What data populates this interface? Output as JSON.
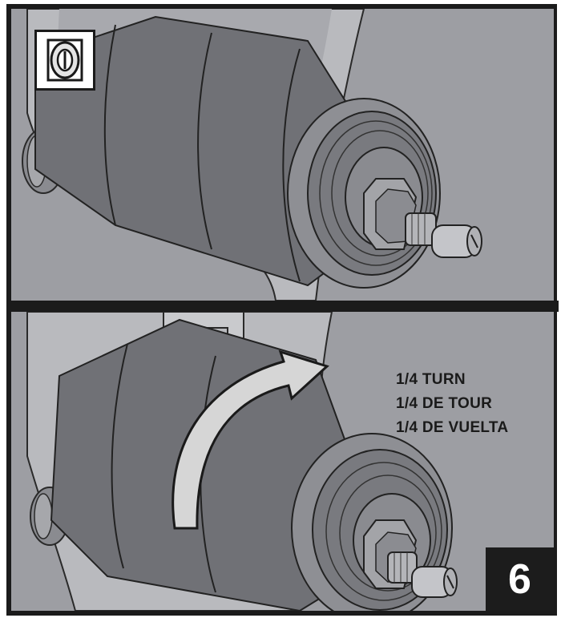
{
  "instruction": {
    "step_number": "6",
    "caption_lines": [
      "1/4 TURN",
      "1/4 DE TOUR",
      "1/4 DE VUELTA"
    ]
  },
  "icons": {
    "badge": "cartridge-stem-icon",
    "rotation": "rotation-arrow-icon"
  },
  "colors": {
    "frame": "#1b1b1b",
    "background": "#9d9ea3",
    "body": "#6e6f74",
    "arrow": "#d6d6d6"
  }
}
